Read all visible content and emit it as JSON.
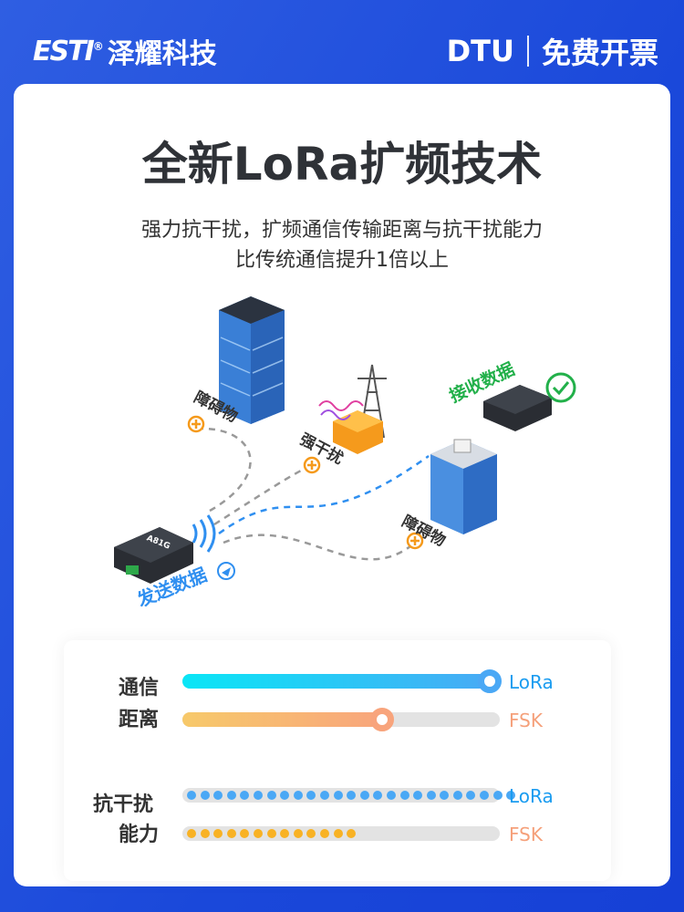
{
  "header": {
    "logo_mark": "ESTI",
    "logo_reg": "®",
    "brand": "泽耀科技",
    "product": "DTU",
    "promo": "免费开票"
  },
  "title": "全新LoRa扩频技术",
  "subtitle": [
    "强力抗干扰，扩频通信传输距离与抗干扰能力",
    "比传统通信提升1倍以上"
  ],
  "illustration": {
    "obstacle_1": "障碍物",
    "interference": "强干扰",
    "receive": "接收数据",
    "obstacle_2": "障碍物",
    "send": "发送数据",
    "device_text": "A81G"
  },
  "comparison": {
    "distance": {
      "label_1": "通信",
      "label_2": "距离",
      "lora": {
        "name": "LoRa",
        "value": 1.0
      },
      "fsk": {
        "name": "FSK",
        "value": 0.65
      }
    },
    "anti_interference": {
      "label_1": "抗干扰",
      "label_2": "能力",
      "lora": {
        "name": "LoRa",
        "dots": 25
      },
      "fsk": {
        "name": "FSK",
        "dots": 13
      }
    }
  },
  "colors": {
    "lora": "#1a9cf0",
    "fsk": "#f5a07a",
    "dot_lora": "#4aa8f5",
    "dot_fsk": "#f8b224",
    "green": "#22b04a"
  }
}
